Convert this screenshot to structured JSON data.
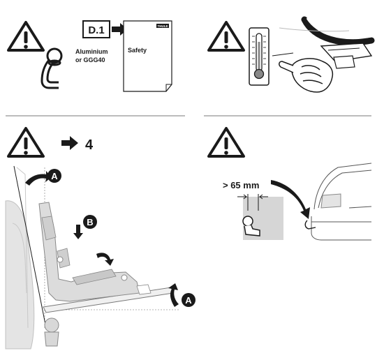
{
  "panel_1": {
    "doc_ref": "D.1",
    "doc_title": "Safety",
    "doc_brand": "THULE",
    "material_line1": "Aluminium",
    "material_line2": "or GGG40"
  },
  "panel_3": {
    "step_ref": "4",
    "label_a_top": "A",
    "label_b": "B",
    "label_a_bottom": "A"
  },
  "panel_4": {
    "clearance": "> 65 mm"
  },
  "colors": {
    "ink": "#1a1a1a",
    "grey_light": "#e4e4e4",
    "grey_mid": "#cfcfcf",
    "grey_dark": "#9a9a9a"
  }
}
